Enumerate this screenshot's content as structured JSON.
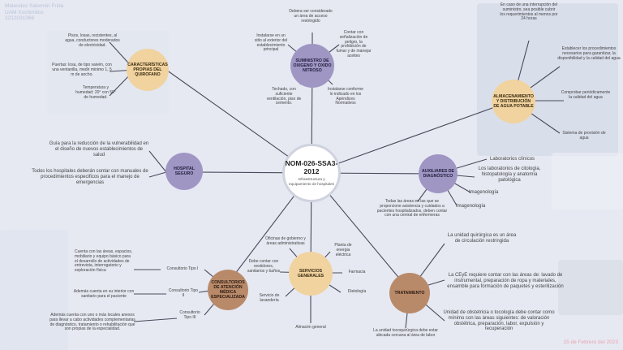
{
  "header": {
    "author": "Melendez Salomón Frida",
    "school": "UAM Xochimilco",
    "id": "2212031066"
  },
  "date": "15 de Febrero del 2023",
  "center": {
    "title": "NOM-026-SSA3-2012",
    "subtitle": "Infraestructura y equipamiento de hospitales"
  },
  "branches": {
    "quirofano": {
      "label": "CARACTERÍSTICAS PROPIAS DEL QUIROFANO",
      "items": [
        "Pisos, losas, recistentes, al agua, conductores moderados de electricidad.",
        "Puertas: losa, de tipo vaivén, con una ventanilla, medir minimo 1, 5 m de ancho.",
        "Temperatura y humedad: 20° con 50° de humedad."
      ]
    },
    "suministro": {
      "label": "SUMINISTRO DE OXIGENO Y OXIDO NITROSO",
      "items": [
        "Instalarse en un sitio al exterior del establecimiento principal",
        "Debera ser considerado un área de acceso restringido",
        "Contar con señalización de peligro, la prohibición de fumar y de manejar aceites",
        "Techado, con suficiente ventilación, piso de cemento.",
        "Instalarse conforme lo indicado en los Apéndices Normativos"
      ]
    },
    "agua": {
      "label": "ALMACENAMIENTO Y DISTRIBUCIÓN DE AGUA POTABLE",
      "items": [
        "En caso de una interrupción del suministro, sea posible cubrir los requerimientos al menos por 24 horas",
        "Establecer los procedimientos necesarios para garantizar, la disponibilidad y la calidad del agua",
        "Comprobar periódicamente la calidad del agua",
        "Sistema de provisión de agua"
      ]
    },
    "hospital": {
      "label": "HOSPITAL SEGURO",
      "items": [
        "Guía para la reducción de la vulnerabilidad en el diseño de nuevos establecimientos de salud",
        "Todos los hospitales deberán contar con manuales de procedimientos especificos para el manejo de emergencias"
      ]
    },
    "auxiliares": {
      "label": "AUXILIARES DE DIAGNÓSTICO",
      "items": [
        "Laboratorios clínicos",
        "Los laboratorios de citología, histopatología y anatomía patológica",
        "Imagenología",
        "Imagenología",
        "Todas las áreas en las que se proporcione asistencia y cuidados a pacientes hospitalizados, deben contar con una central de enfermeras"
      ]
    },
    "consultorios": {
      "label": "CONSULTORIOS DE ATENCIÓN MÉDICA ESPECIALIZADA",
      "items": [
        "Cuenta con las áreas, espacios, mobiliario y equipo básico para el desarrollo de actividades de entrevista, interrogatorio y exploración física",
        "Consultorio Tipo I",
        "Además cuenta en su interior con sanitario para el paciente",
        "Consultorio Tipo II",
        "Además cuenta con uno o más locales anexos para llevar a cabo actividades complementarias de diagnóstico, tratamiento o rehabilitación que son propias de la especialidad.",
        "Consultorio Tipo III"
      ]
    },
    "servicios": {
      "label": "SERVICIOS GENERALES",
      "items": [
        "Oficinas de gobierno y áreas administrativas",
        "Planta de energia eléctrica",
        "Debe contar con vestidores, sanitarios y baños",
        "Farmacia",
        "Servicio de lavandería",
        "Dietología",
        "Almacén general"
      ]
    },
    "tratamiento": {
      "label": "TRATAMIENTO",
      "items": [
        "La unidad quirúrgica es un área de circulación restringida",
        "La CEyE requiere contar con las áreas de: lavado de instrumental, preparación de ropa y materiales, ensamble para formación de paquetes y esterilización",
        "Unidad de obstetricia o tocología debe contar como mínimo con las áreas siguientes: de valoración obstétrica, preparación, labor, expulsión y recuperación",
        "La unidad tocoquirúrgica debe estar ubicada cercana al área de labor"
      ]
    }
  },
  "colors": {
    "background": "#e6e9f2",
    "purple": "#9f96c4",
    "yellow": "#f1d3a0",
    "brown": "#b98a6a",
    "line": "#4a4a5a"
  }
}
